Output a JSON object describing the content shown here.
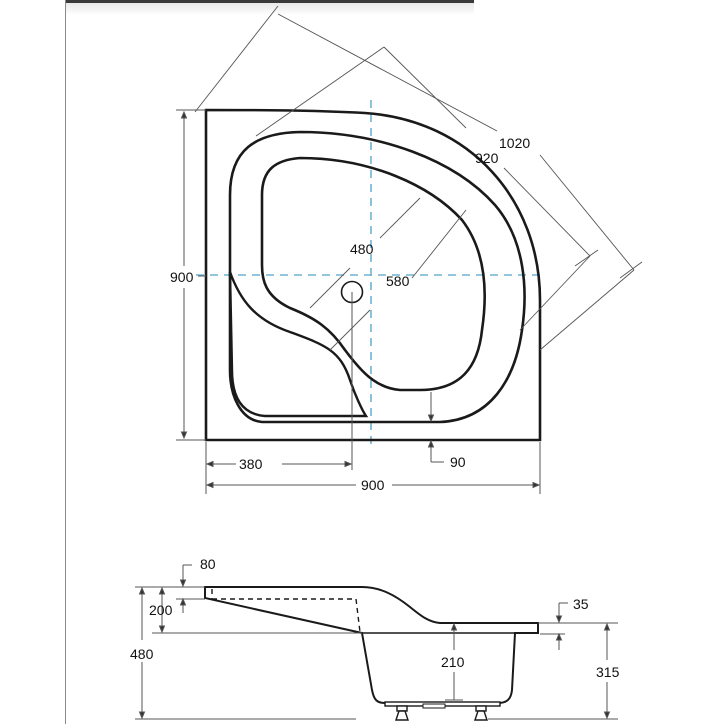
{
  "viewer": {
    "frame": "image-viewer"
  },
  "plan_view": {
    "dimensions": {
      "overall_height": "900",
      "overall_width": "900",
      "drain_offset_x": "380",
      "rim_offset": "90",
      "inner_diagonal": "480",
      "mid_diagonal": "580",
      "rim_diagonal": "920",
      "outer_diagonal": "1020"
    },
    "centerline_color": "#6fb3d2"
  },
  "side_view": {
    "dimensions": {
      "seat_step": "80",
      "seat_depth": "200",
      "total_height": "480",
      "rim_thickness": "35",
      "basin_depth": "210",
      "apron_height": "315"
    }
  },
  "colors": {
    "outline": "#1a1a1a",
    "dimension_line": "#555555",
    "centerline": "#6fb3d2"
  }
}
